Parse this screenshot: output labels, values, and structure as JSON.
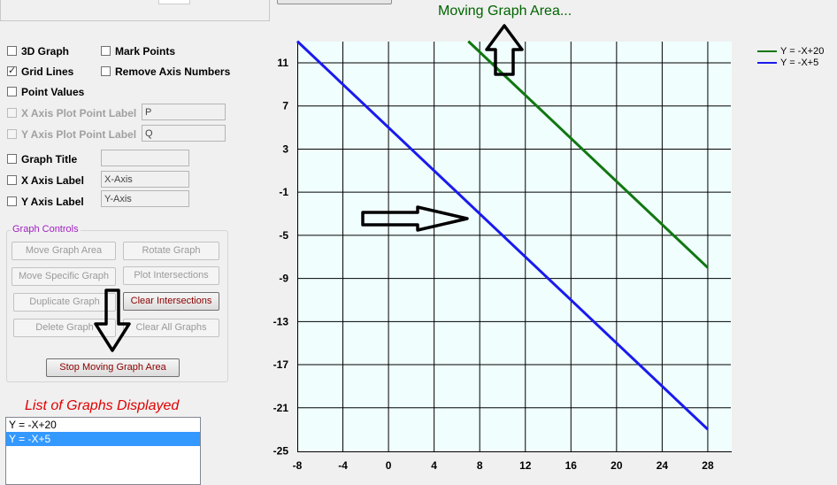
{
  "options": {
    "graph_3d": {
      "label": "3D Graph",
      "checked": false
    },
    "mark_points": {
      "label": "Mark Points",
      "checked": false
    },
    "grid_lines": {
      "label": "Grid Lines",
      "checked": true
    },
    "remove_axis_numbers": {
      "label": "Remove Axis Numbers",
      "checked": false
    },
    "point_values": {
      "label": "Point Values",
      "checked": false
    },
    "x_plot_point_label": {
      "label": "X Axis Plot Point Label",
      "value": "P"
    },
    "y_plot_point_label": {
      "label": "Y Axis Plot Point Label",
      "value": "Q"
    },
    "graph_title": {
      "label": "Graph Title",
      "value": ""
    },
    "x_axis_label": {
      "label": "X Axis Label",
      "value": "X-Axis"
    },
    "y_axis_label": {
      "label": "Y Axis Label",
      "value": "Y-Axis"
    }
  },
  "controls": {
    "group_title": "Graph Controls",
    "move_graph_area": "Move Graph Area",
    "rotate_graph": "Rotate Graph",
    "move_specific_graph": "Move Specific Graph",
    "plot_intersections": "Plot Intersections",
    "duplicate_graph": "Duplicate Graph",
    "clear_intersections": "Clear Intersections",
    "delete_graph": "Delete Graph",
    "clear_all_graphs": "Clear All Graphs",
    "stop_moving": "Stop Moving Graph Area"
  },
  "graph_list": {
    "title": "List of Graphs Displayed",
    "items": [
      "Y = -X+20",
      "Y = -X+5"
    ],
    "selected_index": 1
  },
  "graph_title": "Moving Graph Area...",
  "colors": {
    "series1": "#117711",
    "series2": "#1a1aee",
    "plot_bg": "#f0fffe",
    "title": "#006400"
  },
  "chart_data": {
    "type": "line",
    "title": "Moving Graph Area...",
    "xlim": [
      -8,
      30
    ],
    "ylim": [
      -25,
      14
    ],
    "x_ticks": [
      "-8",
      "-4",
      "0",
      "4",
      "8",
      "12",
      "16",
      "20",
      "24",
      "28"
    ],
    "y_ticks": [
      "11",
      "7",
      "3",
      "-1",
      "-5",
      "-9",
      "-13",
      "-17",
      "-21",
      "-25"
    ],
    "grid": true,
    "legend_position": "top-right",
    "series": [
      {
        "name": "Y = -X+20",
        "x": [
          7,
          28
        ],
        "y": [
          13,
          -8
        ]
      },
      {
        "name": "Y = -X+5",
        "x": [
          -8,
          28
        ],
        "y": [
          13,
          -23
        ]
      }
    ]
  }
}
